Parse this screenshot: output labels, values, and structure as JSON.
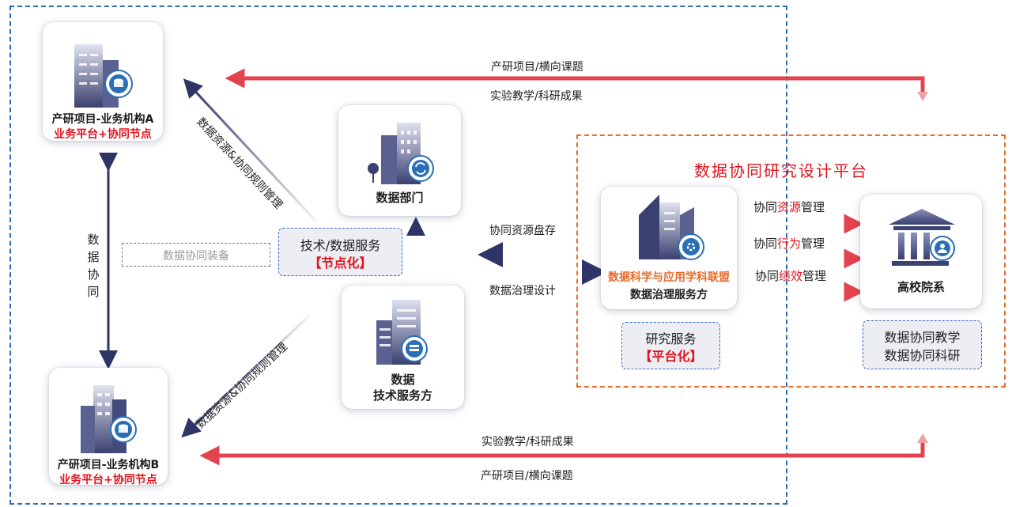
{
  "regions": {
    "platform_title": "数据协同研究设计平台"
  },
  "nodes": {
    "org_a": {
      "title": "产研项目-业务机构A",
      "subtitle": "业务平台+协同节点"
    },
    "org_b": {
      "title": "产研项目-业务机构B",
      "subtitle": "业务平台+协同节点"
    },
    "data_dept": {
      "title": "数据部门"
    },
    "tech_provider": {
      "line1": "数据",
      "line2": "技术服务方"
    },
    "alliance": {
      "title": "数据科学与应用学科联盟",
      "subtitle": "数据治理服务方"
    },
    "university": {
      "title": "高校院系"
    }
  },
  "boxes": {
    "tech_service": {
      "line1": "技术/数据服务",
      "line2": "【节点化】"
    },
    "research_service": {
      "line1": "研究服务",
      "line2": "【平台化】"
    },
    "university_roles": {
      "line1": "数据协同教学",
      "line2": "数据协同科研"
    },
    "equipment": {
      "label": "数据协同装备"
    }
  },
  "edges": {
    "top_upper": "产研项目/横向课题",
    "top_lower": "实验教学/科研成果",
    "bottom_upper": "实验教学/科研成果",
    "bottom_lower": "产研项目/横向课题",
    "diag_upper": "数据资源&协同规则管理",
    "diag_lower": "数据资源&协同规则管理",
    "vertical": [
      "数",
      "据",
      "协",
      "同"
    ],
    "collab_inventory": "协同资源盘存",
    "governance_design": "数据治理设计",
    "mgmt_resource": {
      "prefix": "协同",
      "highlight": "资源",
      "suffix": "管理"
    },
    "mgmt_behavior": {
      "prefix": "协同",
      "highlight": "行为",
      "suffix": "管理"
    },
    "mgmt_performance": {
      "prefix": "协同",
      "highlight": "绩效",
      "suffix": "管理"
    }
  },
  "colors": {
    "arrow_red": "#e2434f",
    "navy": "#2e3566",
    "dash_blue": "#2a6fb5",
    "dash_orange": "#e86b2a",
    "title_red": "#e1141e"
  }
}
